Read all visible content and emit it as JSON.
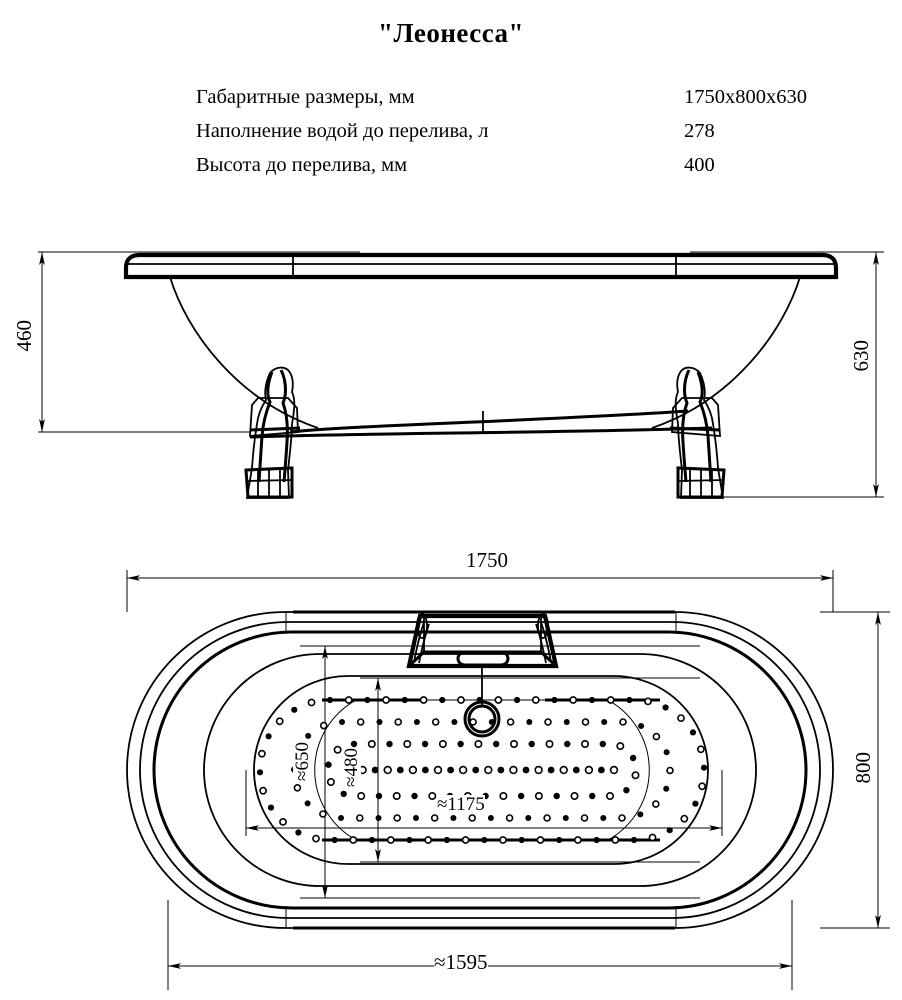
{
  "title": "\"Леонесса\"",
  "spec_table": {
    "rows": [
      {
        "label": "Габаритные размеры, мм",
        "value": "1750x800x630"
      },
      {
        "label": "Наполнение водой до перелива, л",
        "value": "278"
      },
      {
        "label": "Высота до перелива, мм",
        "value": "400"
      }
    ]
  },
  "elevation": {
    "dim_left": "460",
    "dim_right": "630"
  },
  "plan": {
    "dim_top": "1750",
    "dim_right": "800",
    "dim_bottom": "≈1595",
    "dim_inner_long": "≈1175",
    "dim_inner_wide": "≈650",
    "dim_inner_narrow": "≈480"
  },
  "colors": {
    "line": "#000000",
    "background": "#ffffff"
  }
}
